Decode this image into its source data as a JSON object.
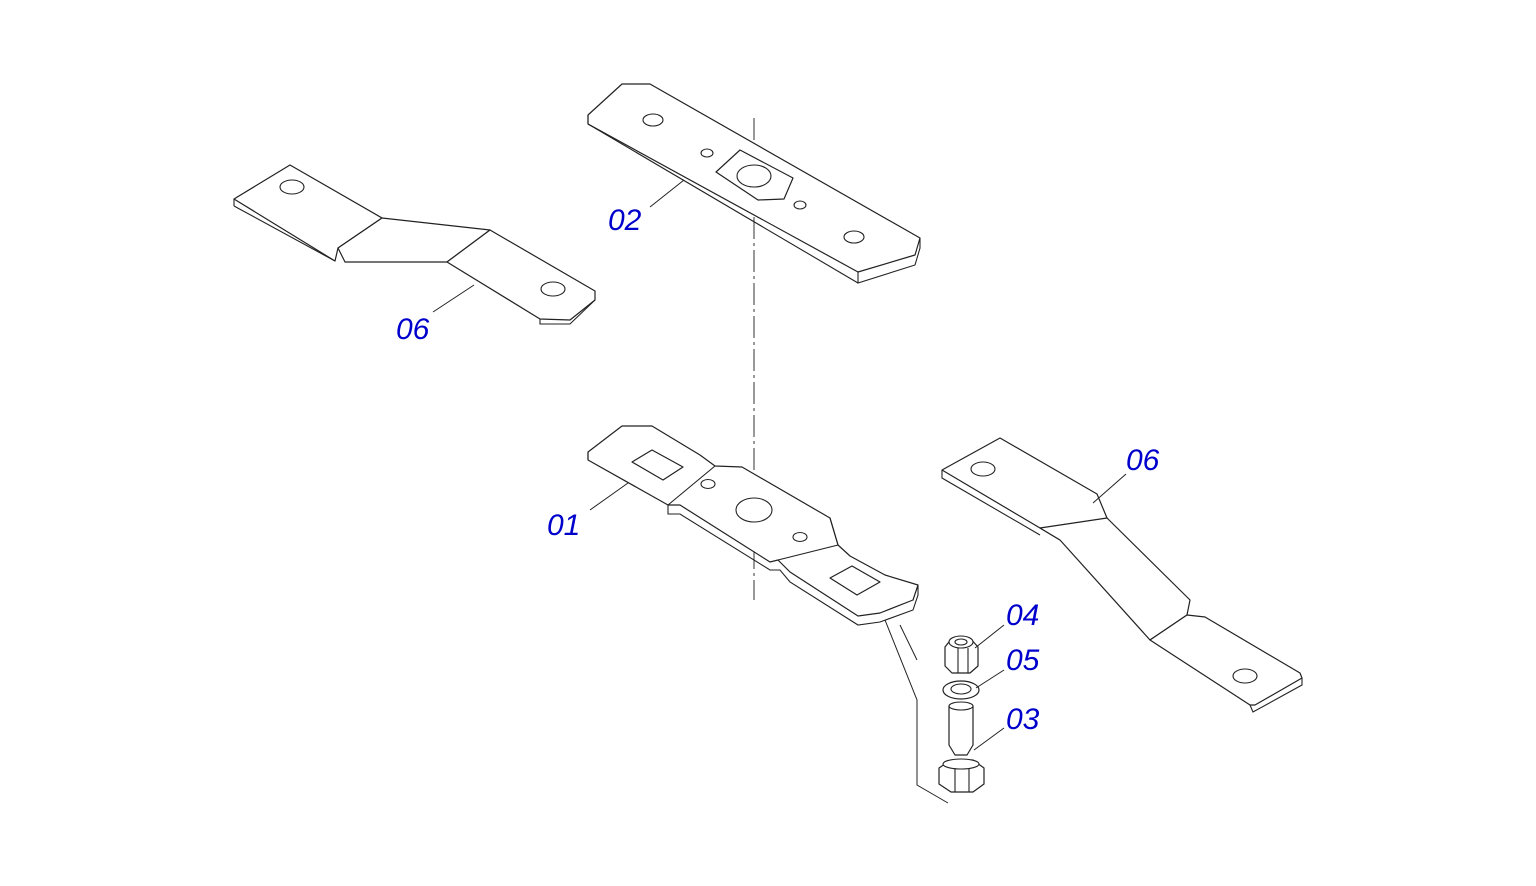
{
  "labels": {
    "part_01": "01",
    "part_02": "02",
    "part_03": "03",
    "part_04": "04",
    "part_05": "05",
    "part_06_left": "06",
    "part_06_right": "06"
  },
  "colors": {
    "callout_text": "#0000cc",
    "line": "#222222",
    "background": "#ffffff"
  }
}
